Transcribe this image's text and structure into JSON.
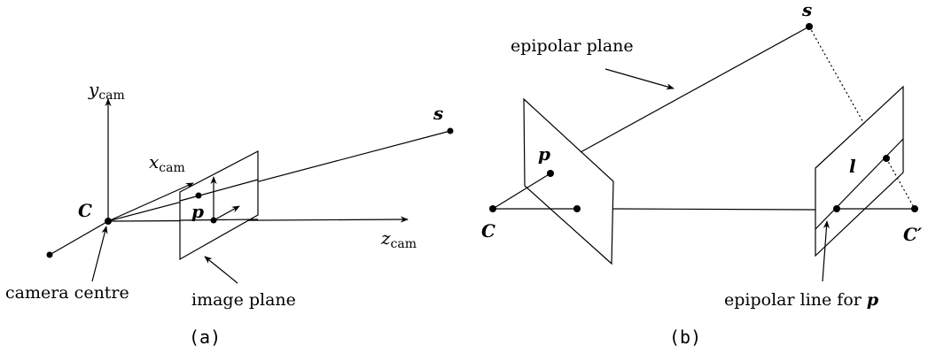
{
  "fig_a": {
    "axis_y": "y",
    "axis_y_sub": "cam",
    "axis_x": "x",
    "axis_x_sub": "cam",
    "axis_z": "z",
    "axis_z_sub": "cam",
    "point_C": "C",
    "point_p": "p",
    "point_s": "s",
    "label_camera_centre": "camera centre",
    "label_image_plane": "image plane",
    "caption": "(a)"
  },
  "fig_b": {
    "point_s": "s",
    "point_p": "p",
    "point_l": "l",
    "point_C": "C",
    "point_C_prime": "C′",
    "label_epipolar_plane": "epipolar plane",
    "label_epipolar_line": "epipolar line for ",
    "label_epipolar_line_p": "p",
    "caption": "(b)"
  }
}
